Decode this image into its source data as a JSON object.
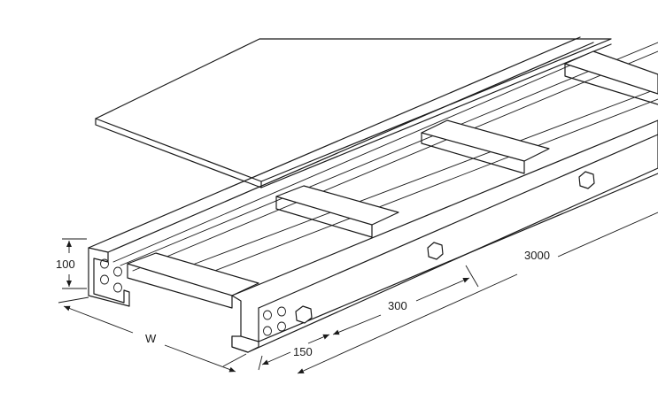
{
  "diagram": {
    "dimensions": {
      "height_label": "100",
      "width_label": "W",
      "rung_spacing_label": "300",
      "length_label": "3000",
      "end_offset_label": "150"
    }
  }
}
